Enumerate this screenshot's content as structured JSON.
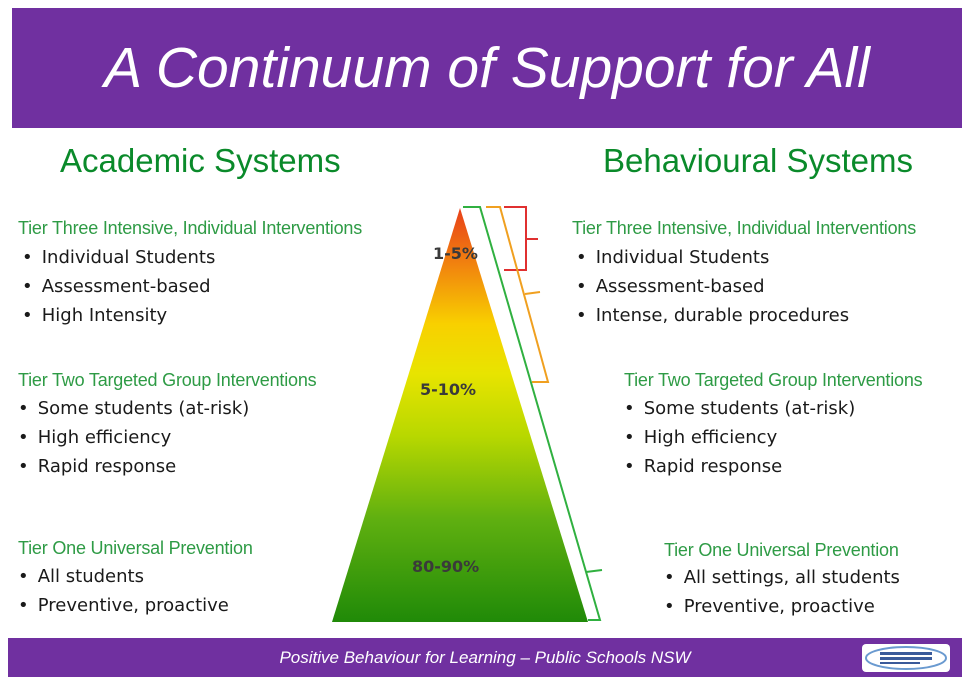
{
  "title": "A Continuum of Support for All",
  "academic": {
    "heading": "Academic Systems",
    "tiers": [
      {
        "heading": "Tier Three Intensive, Individual Interventions",
        "items": [
          "Individual Students",
          "Assessment-based",
          "High Intensity"
        ]
      },
      {
        "heading": "Tier Two Targeted Group Interventions",
        "items": [
          "Some students (at-risk)",
          "High efficiency",
          "Rapid response"
        ]
      },
      {
        "heading": "Tier One Universal Prevention",
        "items": [
          "All students",
          "Preventive, proactive"
        ]
      }
    ]
  },
  "behavioural": {
    "heading": "Behavioural Systems",
    "tiers": [
      {
        "heading": "Tier Three Intensive, Individual Interventions",
        "items": [
          "Individual Students",
          "Assessment-based",
          "Intense, durable procedures"
        ]
      },
      {
        "heading": "Tier Two Targeted Group Interventions",
        "items": [
          "Some students (at-risk)",
          "High efficiency",
          "Rapid response"
        ]
      },
      {
        "heading": "Tier One Universal Prevention",
        "items": [
          "All settings, all students",
          "Preventive, proactive"
        ]
      }
    ]
  },
  "pyramid": {
    "tier_three_pct": "1-5%",
    "tier_two_pct": "5-10%",
    "tier_one_pct": "80-90%"
  },
  "footer": "Positive Behaviour for Learning – Public Schools NSW",
  "colors": {
    "banner": "#7030a0",
    "heading_green": "#0a8a2a",
    "tier_green": "#2e9b45",
    "bracket_red": "#e03030",
    "bracket_orange": "#f0a020",
    "bracket_green": "#30b040"
  }
}
